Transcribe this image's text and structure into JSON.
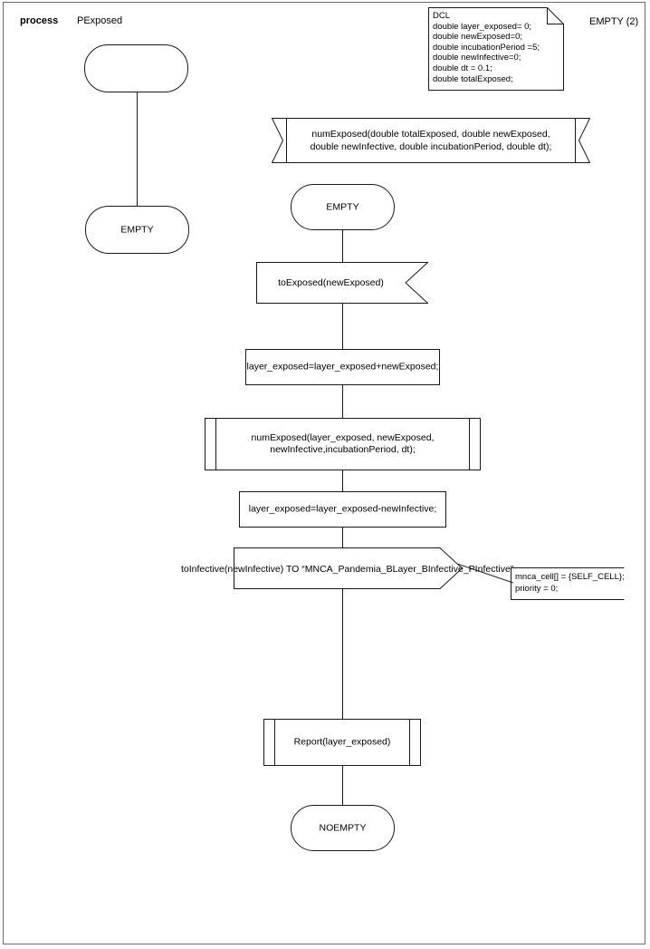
{
  "diagram": {
    "kind_label": "process",
    "name": "PExposed",
    "page_label": "EMPTY (2)"
  },
  "declaration": {
    "text": "DCL\ndouble layer_exposed= 0;\ndouble newExposed=0;\ndouble incubationPeriod =5;\ndouble newInfective=0;\ndouble dt = 0.1;\ndouble totalExposed;"
  },
  "procedure_declaration": {
    "text": "numExposed(double totalExposed, double newExposed,\ndouble newInfective, double incubationPeriod, double dt);"
  },
  "nodes": {
    "start": {
      "label": ""
    },
    "state_empty_left": {
      "label": "EMPTY"
    },
    "state_empty_main": {
      "label": "EMPTY"
    },
    "input_to_exposed": {
      "label": "toExposed(newExposed)"
    },
    "task_add_exposed": {
      "label": "layer_exposed=layer_exposed+newExposed;"
    },
    "call_num_exposed": {
      "label": "numExposed(layer_exposed, newExposed,\nnewInfective,incubationPeriod, dt);"
    },
    "task_sub_infective": {
      "label": "layer_exposed=layer_exposed-newInfective;"
    },
    "output_to_infective": {
      "label": "toInfective(newInfective) TO “MNCA_Pandemia_BLayer_BInfective_PInfective”"
    },
    "call_report": {
      "label": "Report(layer_exposed)"
    },
    "state_noempty": {
      "label": "NOEMPTY"
    }
  },
  "comment_box": {
    "text": "mnca_cell[] = {SELF_CELL};\npriority = 0;"
  },
  "colors": {
    "stroke": "#1a1a1a",
    "frame": "#6b6b6b",
    "background": "#ffffff",
    "text": "#000000"
  }
}
